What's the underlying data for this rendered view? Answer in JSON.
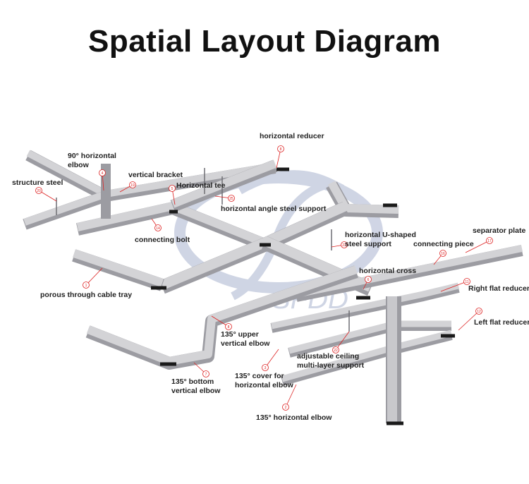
{
  "title": "Spatial Layout Diagram",
  "watermark": "SFDD",
  "colors": {
    "tray_top": "#d3d3d6",
    "tray_side": "#9c9ca2",
    "tray_dark": "#6e6e74",
    "callout": "#dd2222",
    "watermark": "#a9b3cf"
  },
  "labels": [
    {
      "id": "horizontal-reducer",
      "num": "8",
      "lines": [
        "horizontal reducer"
      ]
    },
    {
      "id": "90-horizontal-elbow",
      "num": "4",
      "lines": [
        "90° horizontal",
        "elbow"
      ]
    },
    {
      "id": "vertical-bracket",
      "num": "19",
      "lines": [
        "vertical bracket"
      ]
    },
    {
      "id": "structure-steel",
      "num": "20",
      "lines": [
        "structure steel"
      ]
    },
    {
      "id": "horizontal-tee",
      "num": "5",
      "lines": [
        "Horizontal tee"
      ]
    },
    {
      "id": "horizontal-angle-steel-support",
      "num": "25",
      "lines": [
        "horizontal angle steel support"
      ]
    },
    {
      "id": "connecting-bolt",
      "num": "14",
      "lines": [
        "connecting bolt"
      ]
    },
    {
      "id": "horizontal-u-shaped-steel-support",
      "num": "23",
      "lines": [
        "horizontal U-shaped",
        "steel support"
      ]
    },
    {
      "id": "separator-plate",
      "num": "17",
      "lines": [
        "separator plate"
      ]
    },
    {
      "id": "connecting-piece",
      "num": "16",
      "lines": [
        "connecting piece"
      ]
    },
    {
      "id": "horizontal-cross",
      "num": "6",
      "lines": [
        "horizontal cross"
      ]
    },
    {
      "id": "porous-through-cable-tray",
      "num": "1",
      "lines": [
        "porous through cable tray"
      ]
    },
    {
      "id": "right-flat-reducer",
      "num": "11",
      "lines": [
        "Right flat reducer"
      ]
    },
    {
      "id": "left-flat-reducer",
      "num": "12",
      "lines": [
        "Left flat reducer"
      ]
    },
    {
      "id": "135-upper-vertical-elbow",
      "num": "8",
      "lines": [
        "135° upper",
        "vertical elbow"
      ]
    },
    {
      "id": "adjustable-ceiling-multi-layer-support",
      "num": "22",
      "lines": [
        "adjustable ceiling",
        "multi-layer support"
      ]
    },
    {
      "id": "135-cover-for-horizontal-elbow",
      "num": "3",
      "lines": [
        "135° cover for",
        "horizontal elbow"
      ]
    },
    {
      "id": "135-bottom-vertical-elbow",
      "num": "7",
      "lines": [
        "135° bottom",
        "vertical elbow"
      ]
    },
    {
      "id": "135-horizontal-elbow",
      "num": "2",
      "lines": [
        "135° horizontal elbow"
      ]
    }
  ]
}
